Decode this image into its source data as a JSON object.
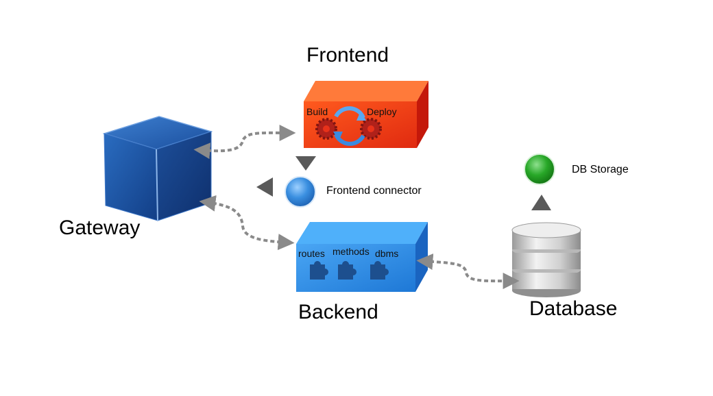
{
  "labels": {
    "frontend": "Frontend",
    "gateway": "Gateway",
    "backend": "Backend",
    "database": "Database",
    "frontend_connector": "Frontend connector",
    "db_storage": "DB Storage"
  },
  "frontend_box": {
    "left": "Build",
    "right": "Deploy"
  },
  "backend_box": {
    "items": [
      "routes",
      "methods",
      "dbms"
    ]
  },
  "colors": {
    "gateway": "#1f5aa8",
    "frontend": "#e8321a",
    "backend": "#2a8ee6",
    "connector": "#3a8fe0",
    "storage": "#28a828",
    "arrow": "#8a8a8a"
  }
}
